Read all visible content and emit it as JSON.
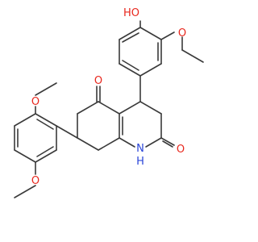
{
  "molecule": {
    "atoms": {
      "hydroxyl": "HO",
      "ether_o_ethoxy": "O",
      "ketone_o": "O",
      "lactam_o": "O",
      "amine": "N",
      "amine_h": "H",
      "ether_o_methoxy_top": "O",
      "ether_o_methoxy_bottom": "O"
    },
    "colors": {
      "bond": "#3a3a3a",
      "oxygen": "#e8271d",
      "nitrogen": "#2a45d8"
    }
  }
}
